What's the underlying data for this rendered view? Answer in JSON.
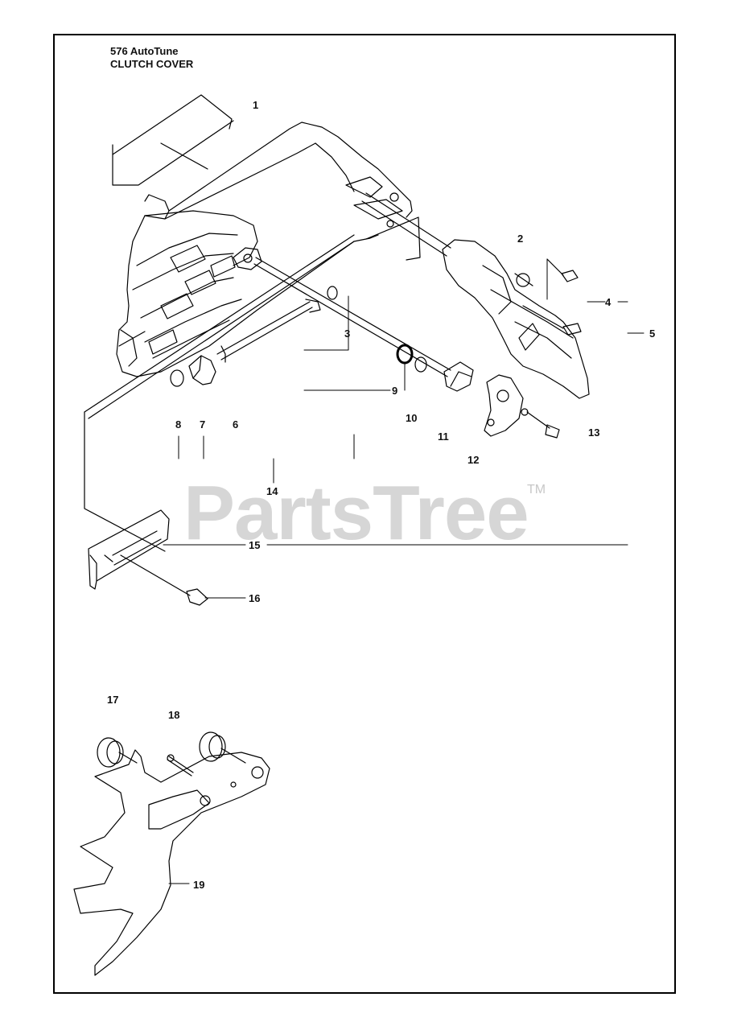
{
  "header": {
    "model": "576 AutoTune",
    "section": "CLUTCH COVER"
  },
  "watermark": {
    "text": "PartsTree",
    "trademark": "TM"
  },
  "callouts": [
    "1",
    "2",
    "3",
    "4",
    "5",
    "6",
    "7",
    "8",
    "9",
    "10",
    "11",
    "12",
    "13",
    "14",
    "15",
    "16",
    "17",
    "18",
    "19"
  ],
  "colors": {
    "line": "#000000",
    "watermark": "#d6d6d6",
    "background": "#ffffff"
  }
}
